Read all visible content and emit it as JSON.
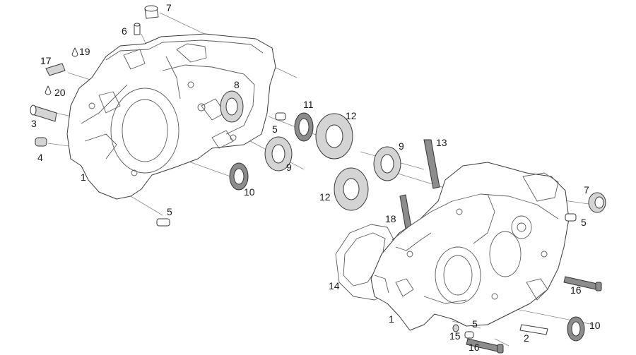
{
  "diagram": {
    "labels": {
      "l7a": "7",
      "l6": "6",
      "l17": "17",
      "l19": "19",
      "l20": "20",
      "l3": "3",
      "l4": "4",
      "l1a": "1",
      "l8": "8",
      "l11": "11",
      "l5a": "5",
      "l12a": "12",
      "l9a": "9",
      "l10a": "10",
      "l5b": "5",
      "l9b": "9",
      "l13": "13",
      "l12b": "12",
      "l18": "18",
      "l7b": "7",
      "l5c": "5",
      "l14": "14",
      "l16a": "16",
      "l1b": "1",
      "l5d": "5",
      "l15": "15",
      "l2": "2",
      "l10b": "10",
      "l16b": "16"
    }
  }
}
